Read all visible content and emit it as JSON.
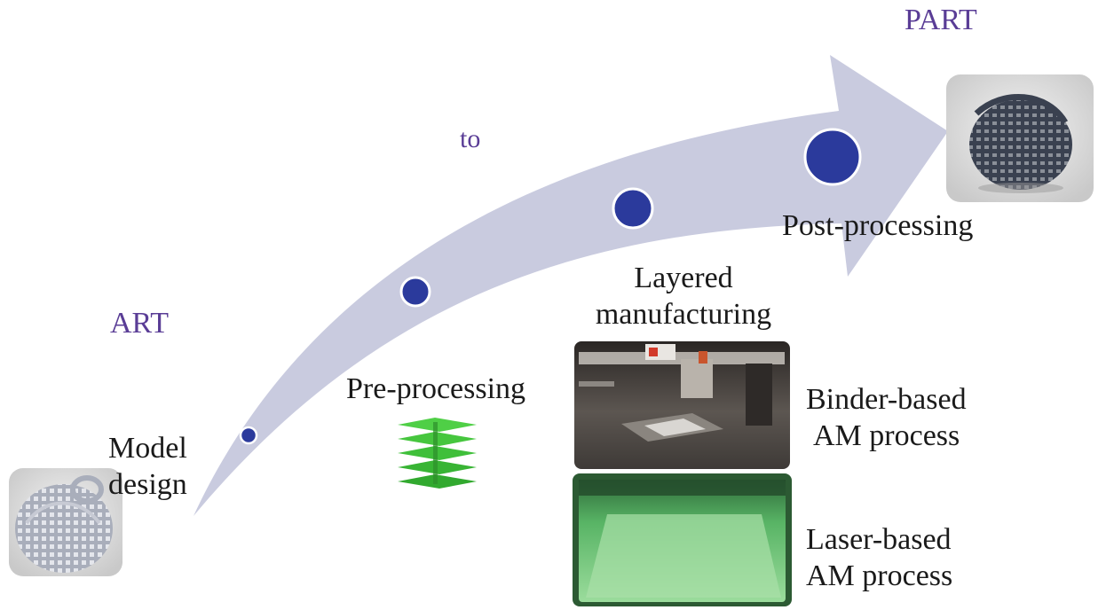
{
  "words": {
    "art": "ART",
    "to": "to",
    "part": "PART"
  },
  "stages": {
    "model_design": [
      "Model",
      "design"
    ],
    "pre_processing": "Pre-processing",
    "layered_manufacturing": [
      "Layered",
      "manufacturing"
    ],
    "post_processing": "Post-processing"
  },
  "processes": {
    "binder": [
      "Binder-based",
      "AM process"
    ],
    "laser": [
      "Laser-based",
      "AM process"
    ]
  },
  "colors": {
    "arrow": "#c9cbdf",
    "dot": "#2b3a9c",
    "dot_ring": "#ffffff",
    "accent_text": "#5a3d96",
    "layers_green": "#3fbf3a",
    "laser_chamber": "#3d9a4c",
    "binder_machine": "#55504c"
  },
  "icons": {
    "start_image": "lattice-sphere-model-icon",
    "end_image": "printed-lattice-part-icon",
    "pre_processing_image": "sliced-layers-icon",
    "binder_image": "binder-jetting-machine-photo",
    "laser_image": "laser-sintering-chamber-photo"
  }
}
